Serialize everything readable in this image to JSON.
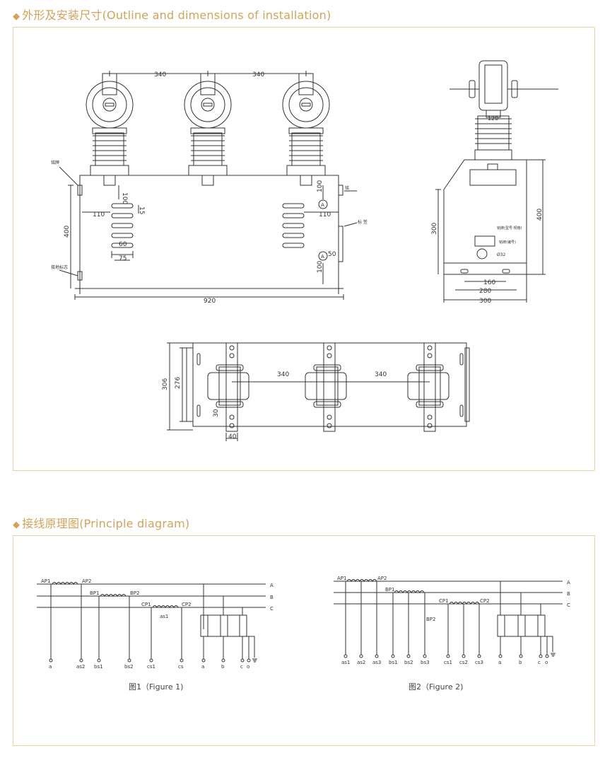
{
  "sections": {
    "outline": {
      "title": "外形及安装尺寸(Outline and dimensions of installation)"
    },
    "principle": {
      "title": "接线原理图(Principle diagram)"
    }
  },
  "drawing": {
    "front_view": {
      "dims": {
        "pitch1": "340",
        "pitch2": "340",
        "v_top_left": "100",
        "side_left": "110",
        "slot_width": "60",
        "slot_base": "75",
        "slot_h": "15",
        "height": "400",
        "width": "920",
        "v_top_right": "100",
        "side_right": "110",
        "hole": "50",
        "v_bottom_right": "100"
      },
      "labels": {
        "top_left_label": "铭牌",
        "bottom_left_label": "接地标志",
        "right_label_1": "铭",
        "right_label_2": "标 签"
      }
    },
    "side_view": {
      "dims": {
        "ct_dim": "120",
        "height": "400",
        "inner_height": "300",
        "d1": "160",
        "d2": "280",
        "d3": "300"
      },
      "labels": {
        "plate_label": "铭牌(型号·规格)",
        "plate_label2": "铭牌(编号)",
        "hole": "Ø32"
      }
    },
    "top_view": {
      "dims": {
        "pitch1": "340",
        "pitch2": "340",
        "h_outer": "306",
        "h_inner": "276",
        "s1": "30",
        "s2": "40"
      }
    }
  },
  "figure1": {
    "caption": "图1（Figure 1)",
    "lines": [
      "A",
      "B",
      "C"
    ],
    "coil_labels": {
      "ap1": "AP1",
      "ap2": "AP2",
      "bp1": "BP1",
      "bp2": "BP2",
      "cp1": "CP1",
      "cp2": "CP2",
      "mid": "as1"
    },
    "terminals": [
      "a",
      "as2",
      "bs1",
      "bs2",
      "cs1",
      "cs",
      "a",
      "b",
      "c",
      "o"
    ]
  },
  "figure2": {
    "caption": "图2（Figure 2)",
    "lines": [
      "A",
      "B",
      "C"
    ],
    "coil_labels": {
      "ap1": "AP1",
      "ap2": "AP2",
      "bp1": "BP1",
      "bp2": "BP2",
      "cp1": "CP1",
      "cp2": "CP2"
    },
    "terminals": [
      "as1",
      "as2",
      "as3",
      "bs1",
      "bs2",
      "bs3",
      "cs1",
      "cs2",
      "cs3",
      "a",
      "b",
      "c",
      "o"
    ]
  },
  "colors": {
    "accent": "#d3a35a",
    "border": "#e9d3a3",
    "line": "#333333"
  }
}
